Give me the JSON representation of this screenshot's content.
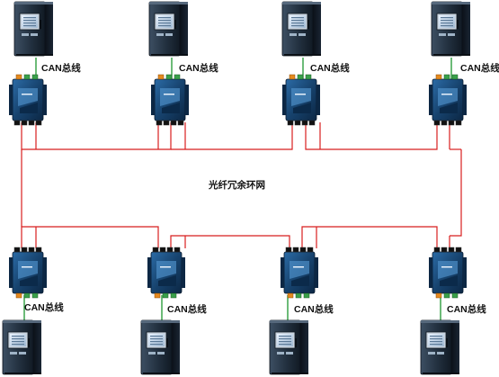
{
  "ring_label": "光纤冗余环网",
  "top_row": {
    "bus_labels": [
      "CAN总线",
      "CAN总线",
      "CAN总线",
      "CAN总线"
    ]
  },
  "bottom_row": {
    "bus_labels": [
      "CAN总线",
      "CAN总线",
      "CAN总线",
      "CAN总线"
    ]
  },
  "colors": {
    "fiber": "#d81e1e",
    "can_bus": "#2e9e3e",
    "converter_body": "#17436e",
    "cabinet_body": "#22303f"
  }
}
